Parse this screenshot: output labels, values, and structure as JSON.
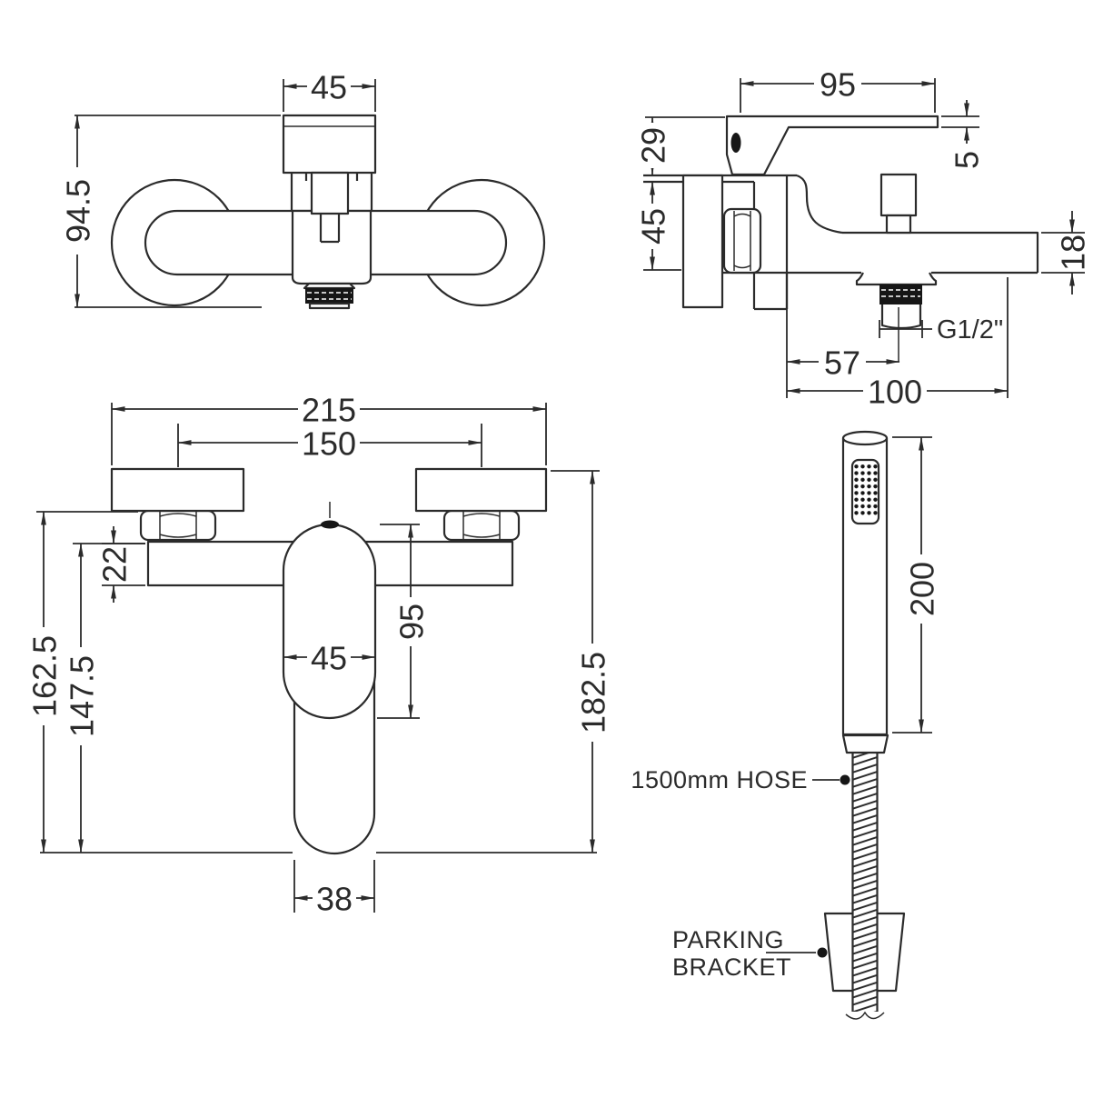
{
  "colors": {
    "line": "#2b2b2b",
    "ink": "#161616",
    "background": "#ffffff"
  },
  "plan_view": {
    "dim_width": "45",
    "dim_depth": "94.5"
  },
  "side_view": {
    "dim_reach": "95",
    "dim_handle_rise": "29",
    "dim_lever_thickness": "5",
    "dim_body_height": "45",
    "dim_spout_height": "18",
    "thread_label": "G1/2\"",
    "dim_outlet_offset": "57",
    "dim_projection": "100"
  },
  "front_view": {
    "dim_overall_width": "215",
    "dim_fixing_centres": "150",
    "dim_body_depth": "22",
    "dim_handle_length": "95",
    "dim_handle_width": "45",
    "dim_height_underside": "162.5",
    "dim_height_body": "147.5",
    "dim_height_overall": "182.5",
    "dim_lever_width": "38"
  },
  "handset_view": {
    "dim_length": "200",
    "hose_label": "1500mm HOSE",
    "bracket_label_line1": "PARKING",
    "bracket_label_line2": "BRACKET"
  }
}
